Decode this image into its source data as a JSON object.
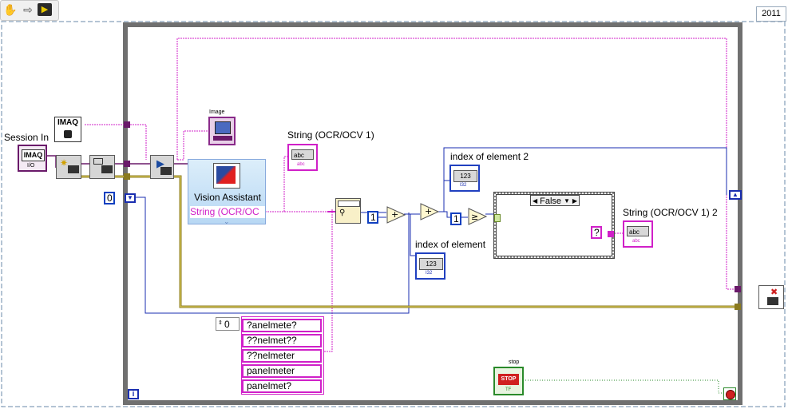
{
  "toolbar": {
    "icons": [
      "hand-tool-icon",
      "arrow-right-icon",
      "highlight-execution-icon"
    ]
  },
  "version_label": "2011",
  "session_in": {
    "label": "Session In",
    "text": "IMAQ",
    "type_tag": "I/O"
  },
  "imaq_const": {
    "text": "IMAQ"
  },
  "image_indicator": {
    "label": "Image"
  },
  "vision_assistant": {
    "title": "Vision Assistant",
    "output_label": "String (OCR/OC"
  },
  "string_indicator_1": {
    "label": "String (OCR/OCV 1)",
    "text": "abc"
  },
  "index_element_2": {
    "label": "index of element 2",
    "text": "123"
  },
  "index_element": {
    "label": "index of element",
    "text": "123"
  },
  "case_structure": {
    "selector": "False"
  },
  "string_indicator_2": {
    "label": "String (OCR/OCV 1) 2",
    "text": "abc",
    "const_text": "?"
  },
  "constants": {
    "zero": "0",
    "one_a": "1",
    "one_b": "1"
  },
  "array": {
    "index": "0",
    "items": [
      "?anelmete?",
      "??nelmet??",
      "??nelmeter",
      "panelmeter",
      "panelmet?"
    ]
  },
  "stop": {
    "label": "stop",
    "text": "STOP",
    "tf": "TF"
  },
  "iteration": {
    "text": "i"
  },
  "colors": {
    "string_wire": "#d020c8",
    "numeric_wire": "#1a2eb0",
    "error_wire": "#b8a020",
    "loop_border": "#707070"
  }
}
